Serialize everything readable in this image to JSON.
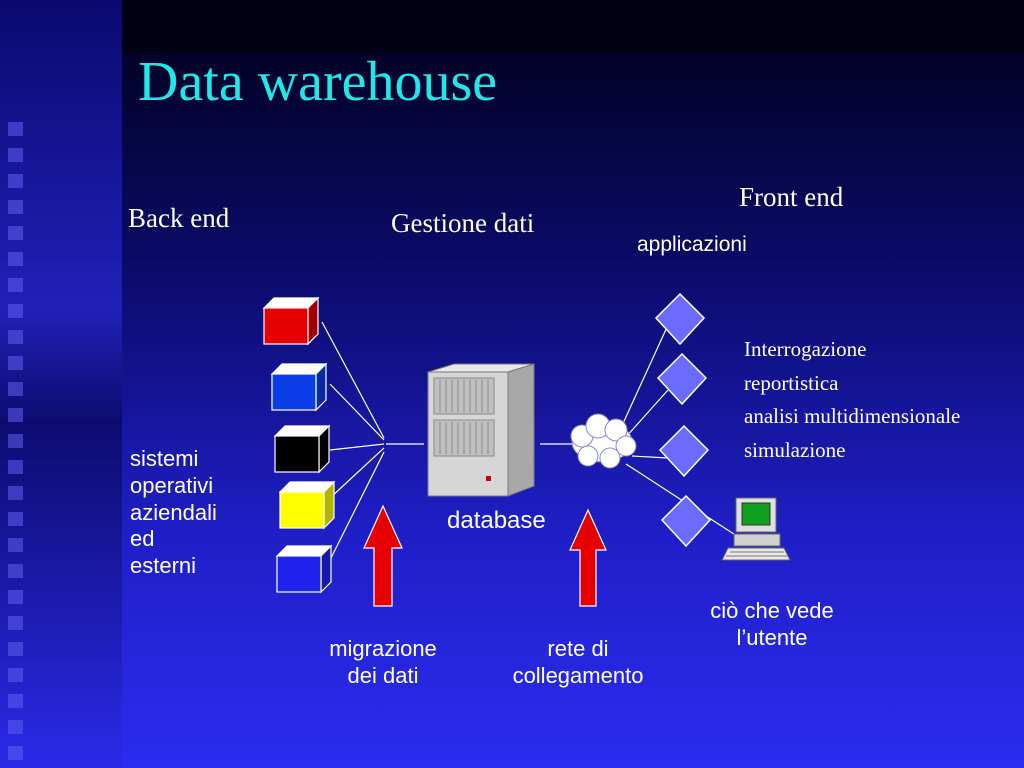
{
  "slide": {
    "title": "Data warehouse",
    "back_end": "Back end",
    "gestione_dati": "Gestione dati",
    "front_end": "Front end",
    "applicazioni": "applicazioni"
  },
  "sources": {
    "label_lines": [
      "sistemi",
      "operativi",
      "aziendali",
      "ed",
      "esterni"
    ],
    "cube_colors": [
      "#e60000",
      "#0a3ce8",
      "#000000",
      "#ffff00",
      "#2222ee"
    ]
  },
  "database_label": "database",
  "front_items": [
    "Interrogazione",
    "reportistica",
    "analisi multidimensionale",
    "simulazione"
  ],
  "arrows": {
    "migration": [
      "migrazione",
      "dei dati"
    ],
    "network": [
      "rete di",
      "collegamento"
    ]
  },
  "user_view": [
    "ciò che vede",
    "l’utente"
  ],
  "colors": {
    "title": "#1ee8e8",
    "arrow": "#e60000",
    "diamond": "#6b6bff",
    "text": "#ffffff"
  }
}
